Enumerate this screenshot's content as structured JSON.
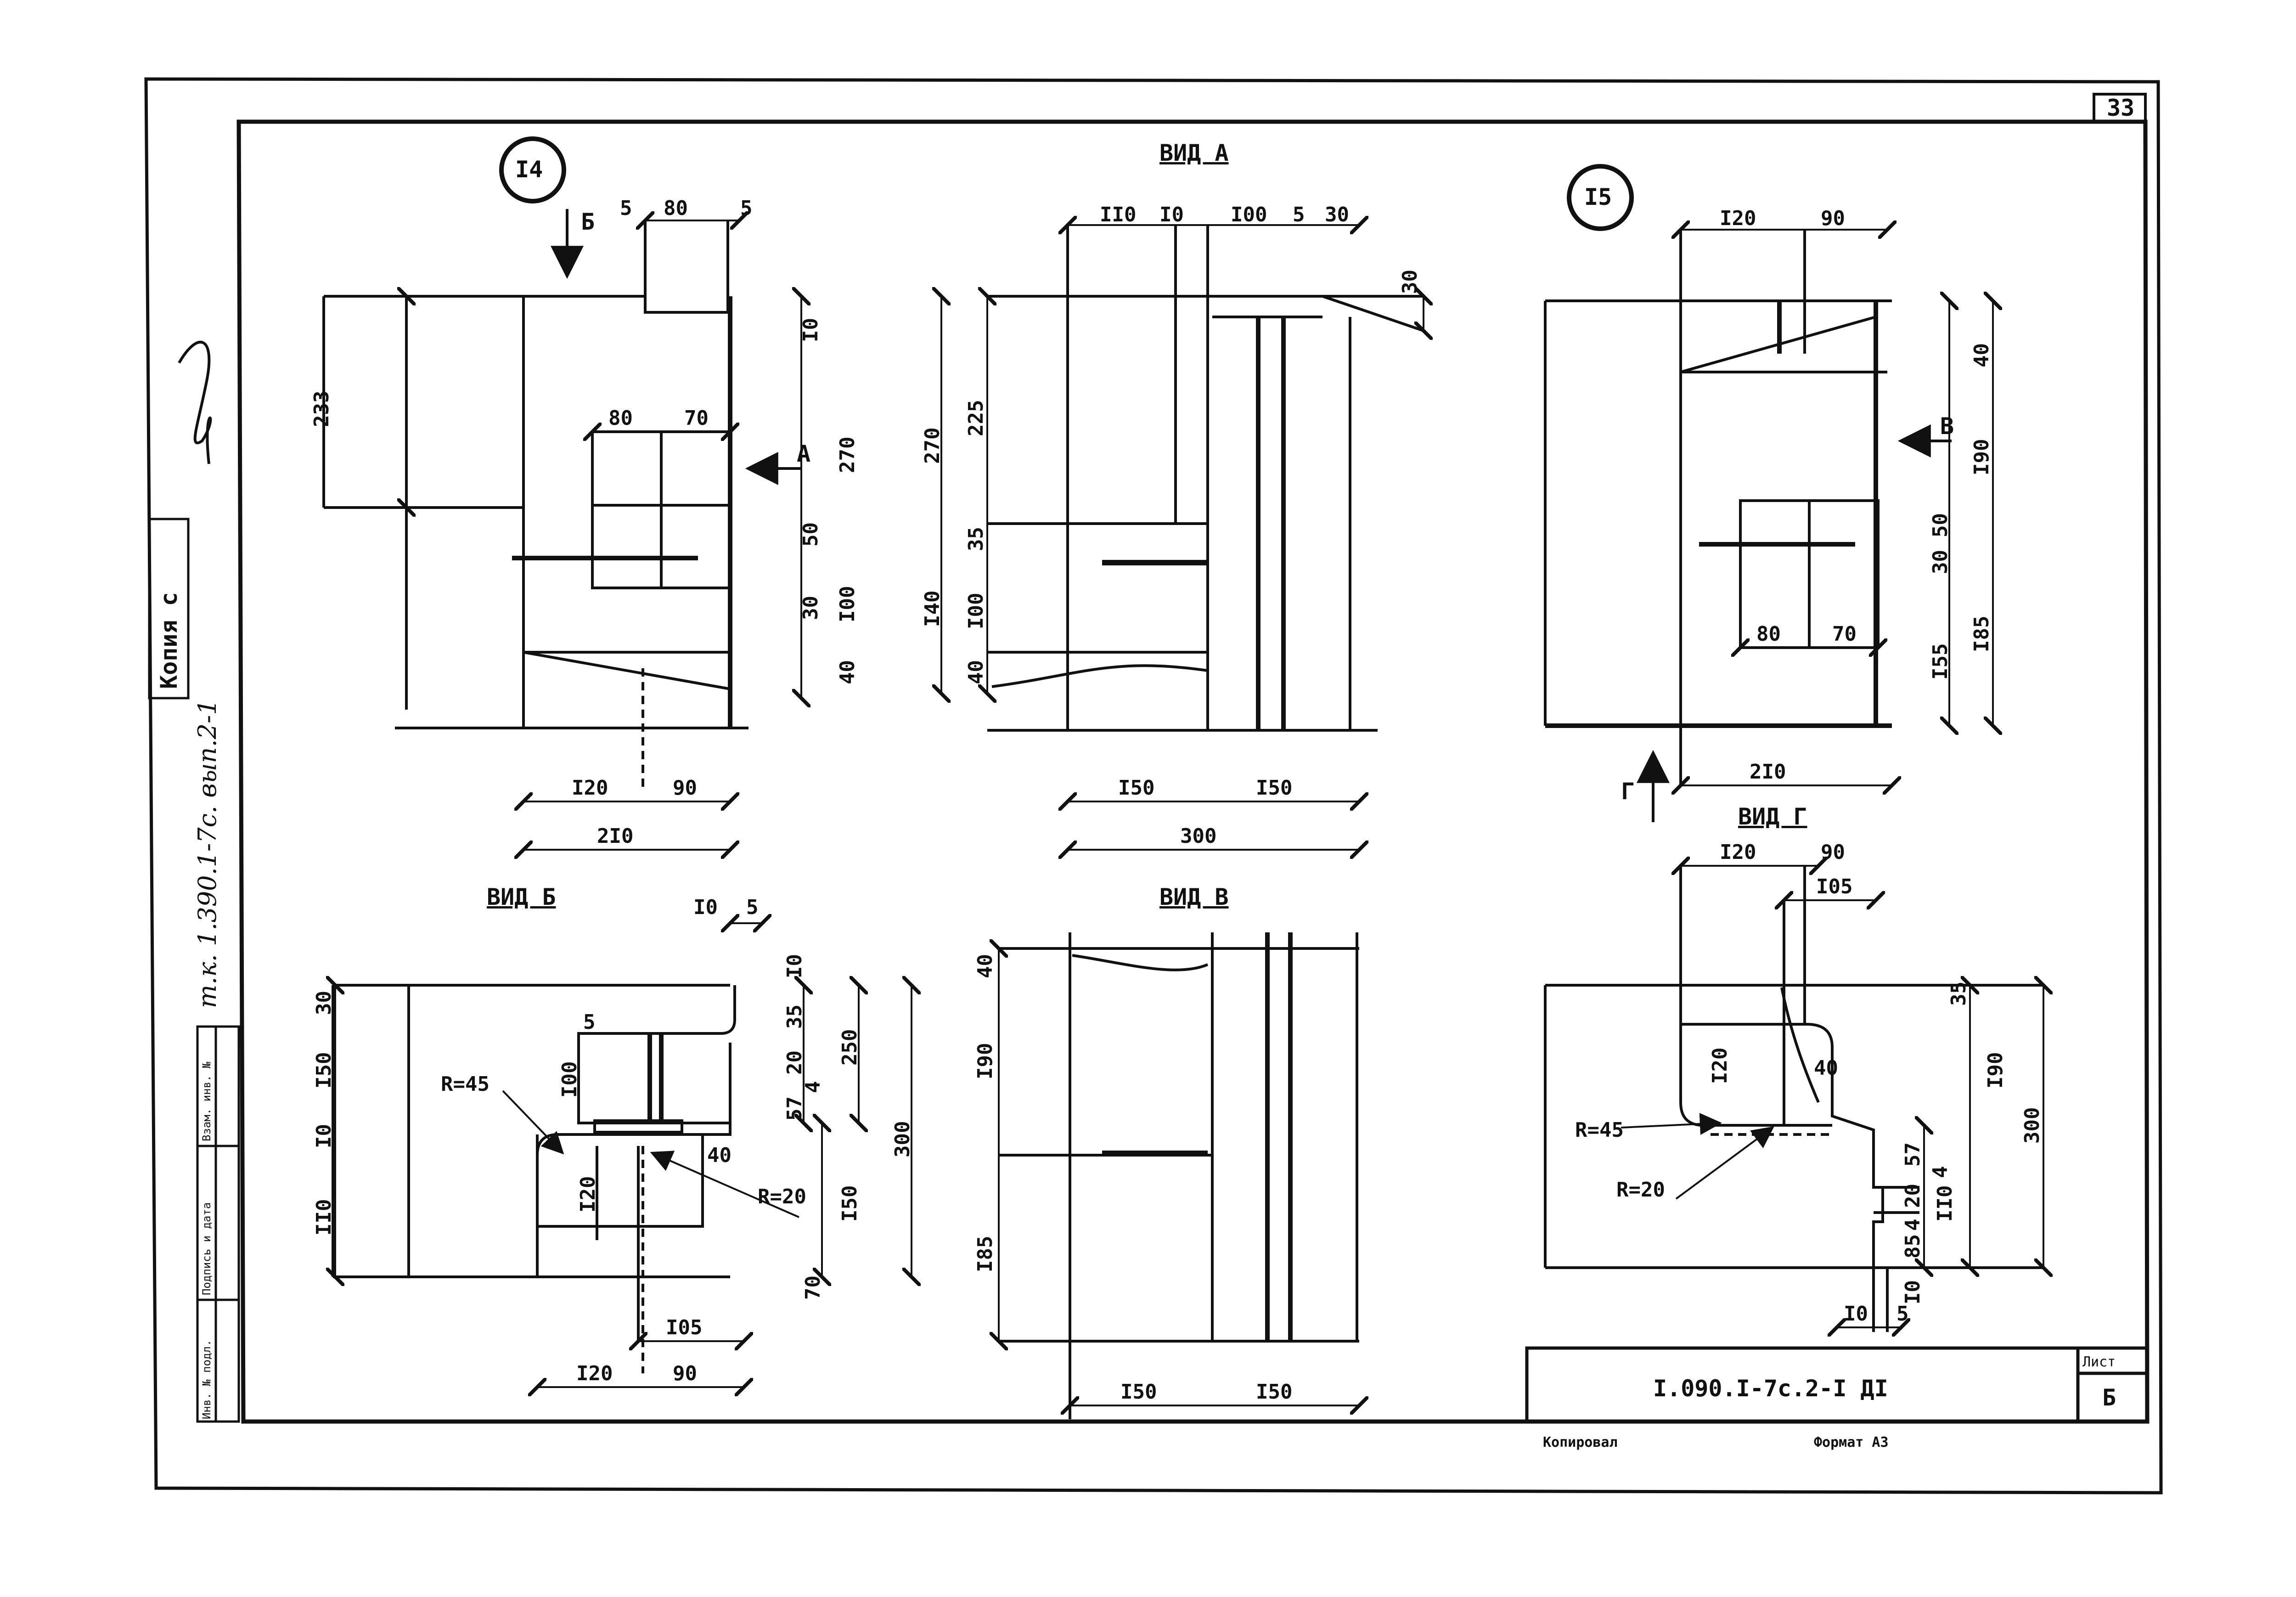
{
  "sheet": {
    "sheet_number": "33",
    "document_code": "I.090.I-7c.2-I ДI",
    "sheet_label": "Лист",
    "sheet_value": "Б",
    "copied_label": "Копировал",
    "format_label": "Формат А3",
    "side_stamp_handwritten": "т.к. 1.390.1-7с. вып.2-1",
    "copy_stamp": "Копия с",
    "side_table": [
      "Инв. № подл.",
      "Подпись и дата",
      "Взам. инв. №"
    ]
  },
  "details": {
    "d14": {
      "number": "I4",
      "arrow_b": "Б",
      "arrow_a": "А",
      "dims": {
        "t5a": "5",
        "t80": "80",
        "t5b": "5",
        "m80": "80",
        "m70": "70",
        "l233": "233",
        "r10": "I0",
        "r270": "270",
        "r50": "50",
        "r30": "30",
        "r100": "I00",
        "r40": "40",
        "b120": "I20",
        "b90": "90",
        "b210": "2I0"
      }
    },
    "d15": {
      "number": "I5",
      "arrow_v": "В",
      "arrow_g": "Г",
      "dims": {
        "t120": "I20",
        "t90": "90",
        "r40": "40",
        "r190": "I90",
        "r50": "50",
        "r30": "30",
        "r155": "I55",
        "r185": "I85",
        "m80": "80",
        "m70": "70",
        "b210": "2I0"
      }
    }
  },
  "views": {
    "vid_a": {
      "title": "ВИД А",
      "dims": {
        "t110": "II0",
        "t10": "I0",
        "t100": "I00",
        "t5": "5",
        "t30": "30",
        "r30": "30",
        "l270": "270",
        "l225": "225",
        "l35": "35",
        "l140": "I40",
        "l100": "I00",
        "l40": "40",
        "b150a": "I50",
        "b150b": "I50",
        "b300": "300"
      }
    },
    "vid_b": {
      "title": "ВИД Б",
      "dims": {
        "t10": "I0",
        "t5": "5",
        "l30": "30",
        "l150": "I50",
        "l10": "I0",
        "l110": "II0",
        "i100": "I00",
        "i5": "5",
        "r10": "I0",
        "r35": "35",
        "r20": "20",
        "r4": "4",
        "r57": "57",
        "r250": "250",
        "r300": "300",
        "r150": "I50",
        "r70": "70",
        "m120": "I20",
        "m40": "40",
        "b105": "I05",
        "b120": "I20",
        "b90": "90",
        "radius45": "R=45",
        "radius20": "R=20"
      }
    },
    "vid_v": {
      "title": "ВИД В",
      "dims": {
        "l40": "40",
        "l190": "I90",
        "l185": "I85",
        "b150a": "I50",
        "b150b": "I50"
      }
    },
    "vid_g": {
      "title": "ВИД Г",
      "dims": {
        "t120": "I20",
        "t90": "90",
        "t105": "I05",
        "r35": "35",
        "r190": "I90",
        "r300": "300",
        "r57": "57",
        "r4a": "4",
        "r20": "20",
        "r110": "II0",
        "r4b": "4",
        "r85": "85",
        "r10": "I0",
        "m120": "I20",
        "m40": "40",
        "b10": "I0",
        "b5": "5",
        "radius45": "R=45",
        "radius20": "R=20"
      }
    }
  }
}
